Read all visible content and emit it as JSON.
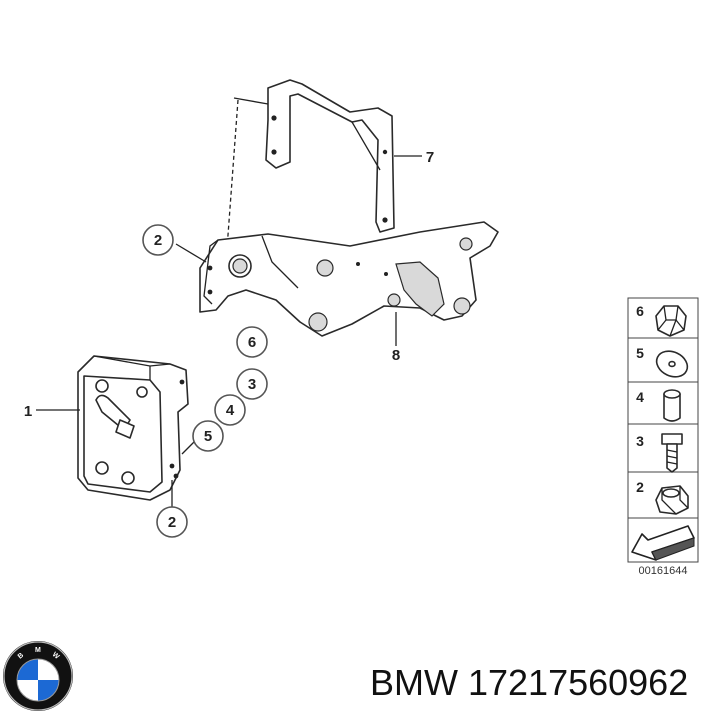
{
  "callouts": {
    "c1": "1",
    "c2a": "2",
    "c2b": "2",
    "c3": "3",
    "c4": "4",
    "c5": "5",
    "c6": "6",
    "c7": "7",
    "c8": "8"
  },
  "legend": {
    "items": [
      {
        "number": "6",
        "icon": "rubber-mount-icon"
      },
      {
        "number": "5",
        "icon": "washer-icon"
      },
      {
        "number": "4",
        "icon": "sleeve-icon"
      },
      {
        "number": "3",
        "icon": "bolt-icon"
      },
      {
        "number": "2",
        "icon": "hex-nut-icon"
      }
    ],
    "arrow_icon": "direction-arrow-icon"
  },
  "diagram_number": "00161644",
  "brand": {
    "logo_letters": "BMW",
    "caption": "BMW 17217560962",
    "colors": {
      "blue": "#1c69d4",
      "black": "#111111",
      "white": "#ffffff"
    }
  }
}
